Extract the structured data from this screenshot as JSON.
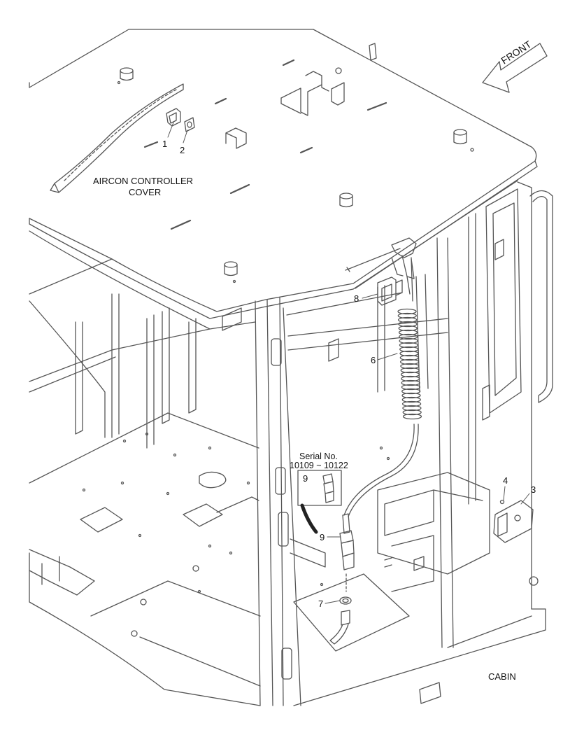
{
  "diagram": {
    "front_label": "FRONT",
    "aircon_label_line1": "AIRCON CONTROLLER",
    "aircon_label_line2": "COVER",
    "serial_label_line1": "Serial No.",
    "serial_label_line2": "10109 ~ 10122",
    "inset_callout": "9",
    "callouts": [
      "1",
      "2",
      "3",
      "4",
      "6",
      "7",
      "8",
      "9"
    ],
    "caption": "CABIN"
  },
  "colors": {
    "line": "#555555",
    "text": "#111111",
    "background": "#ffffff"
  }
}
